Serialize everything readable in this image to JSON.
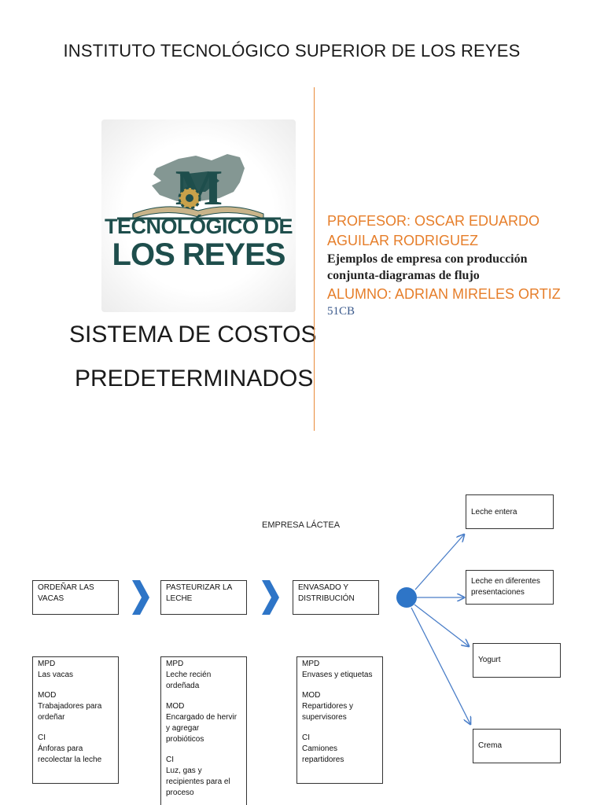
{
  "header": {
    "institute": "INSTITUTO TECNOLÓGICO SUPERIOR DE LOS REYES"
  },
  "logo": {
    "line1": "TECNOLÓGICO DE",
    "line2": "LOS REYES",
    "monogram": "M",
    "colors": {
      "teal": "#1e4e4c",
      "map_gray": "#6f8580",
      "gear_gold": "#c8a14a"
    }
  },
  "subject": {
    "line1": "SISTEMA DE COSTOS",
    "line2": "PREDETERMINADOS"
  },
  "info": {
    "profesor_line1": "PROFESOR: OSCAR EDUARDO",
    "profesor_line2": "AGUILAR RODRIGUEZ",
    "ejemplos_line1": "Ejemplos de empresa con producción",
    "ejemplos_line2": "conjunta-diagramas de flujo",
    "alumno": "ALUMNO: ADRIAN MIRELES ORTIZ",
    "grupo": "51CB",
    "accent_color": "#e67e2a"
  },
  "diagram": {
    "title": "EMPRESA LÁCTEA",
    "steps": [
      {
        "line1": "ORDEÑAR LAS",
        "line2": "VACAS"
      },
      {
        "line1": "PASTEURIZAR LA",
        "line2": "LECHE"
      },
      {
        "line1": "ENVASADO Y",
        "line2": "DISTRIBUCIÓN"
      }
    ],
    "details": [
      {
        "mpd_label": "MPD",
        "mpd_l1": "Las vacas",
        "mpd_l2": "",
        "mod_label": "MOD",
        "mod_l1": "Trabajadores para",
        "mod_l2": "ordeñar",
        "mod_l3": "",
        "ci_label": "CI",
        "ci_l1": "Ánforas para",
        "ci_l2": "recolectar la leche",
        "ci_l3": "",
        "ci_l4": ""
      },
      {
        "mpd_label": "MPD",
        "mpd_l1": "Leche recién",
        "mpd_l2": "ordeñada",
        "mod_label": "MOD",
        "mod_l1": "Encargado de hervir",
        "mod_l2": "y agregar",
        "mod_l3": "probióticos",
        "ci_label": "CI",
        "ci_l1": "Luz, gas y",
        "ci_l2": "recipientes para el",
        "ci_l3": "proceso",
        "ci_l4": ""
      },
      {
        "mpd_label": "MPD",
        "mpd_l1": "Envases y etiquetas",
        "mpd_l2": "",
        "mod_label": "MOD",
        "mod_l1": "Repartidores y",
        "mod_l2": "supervisores",
        "mod_l3": "",
        "ci_label": "CI",
        "ci_l1": "Camiones",
        "ci_l2": "repartidores",
        "ci_l3": "",
        "ci_l4": ""
      }
    ],
    "outputs": [
      {
        "line1": "Leche entera",
        "line2": ""
      },
      {
        "line1": "Leche en diferentes",
        "line2": "presentaciones"
      },
      {
        "line1": "Yogurt",
        "line2": ""
      },
      {
        "line1": "Crema",
        "line2": ""
      }
    ],
    "colors": {
      "chevron": "#2e75c7",
      "hub": "#2e75c7",
      "arrow": "#4a7ec8"
    }
  }
}
